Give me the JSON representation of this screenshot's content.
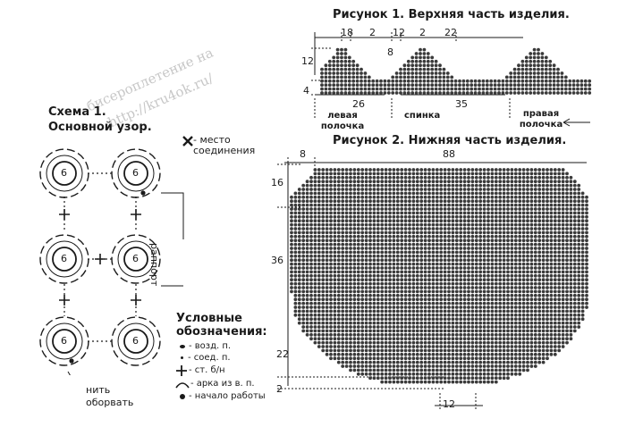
{
  "watermark": {
    "line1": "бисероплетение на",
    "line2": "http://kru4ok.ru/"
  },
  "scheme1": {
    "title_line1": "Схема 1.",
    "title_line2": "Основной узор.",
    "joint_note": "- место соединения",
    "rapport": "раппорт",
    "cut_thread": "нить оборвать",
    "motif_center": "6",
    "legend_title": "Условные обозначения:",
    "legend": [
      {
        "icon": "dot-small",
        "text": "- возд. п."
      },
      {
        "icon": "dot-tiny",
        "text": "- соед. п."
      },
      {
        "icon": "cross",
        "text": "- ст. б/н"
      },
      {
        "icon": "arc",
        "text": "- арка из в. п."
      },
      {
        "icon": "dot-big",
        "text": "- начало работы"
      }
    ]
  },
  "figure1": {
    "title": "Рисунок 1. Верхняя часть изделия.",
    "dims_top": [
      "18",
      "2",
      "12",
      "2",
      "22"
    ],
    "dim_8": "8",
    "dim_12": "12",
    "dim_4": "4",
    "dim_26": "26",
    "dim_35": "35",
    "label_left": "левая полочка",
    "label_center": "спинка",
    "label_right": "правая полочка"
  },
  "figure2": {
    "title": "Рисунок 2. Нижняя часть изделия.",
    "dim_8": "8",
    "dim_88": "88",
    "dim_16": "16",
    "dim_36": "36",
    "dim_22": "22",
    "dim_2": "2",
    "dim_12": "12"
  },
  "colors": {
    "ink": "#1a1a1a",
    "bead": "#333333",
    "watermark": "#9a9a9a"
  }
}
